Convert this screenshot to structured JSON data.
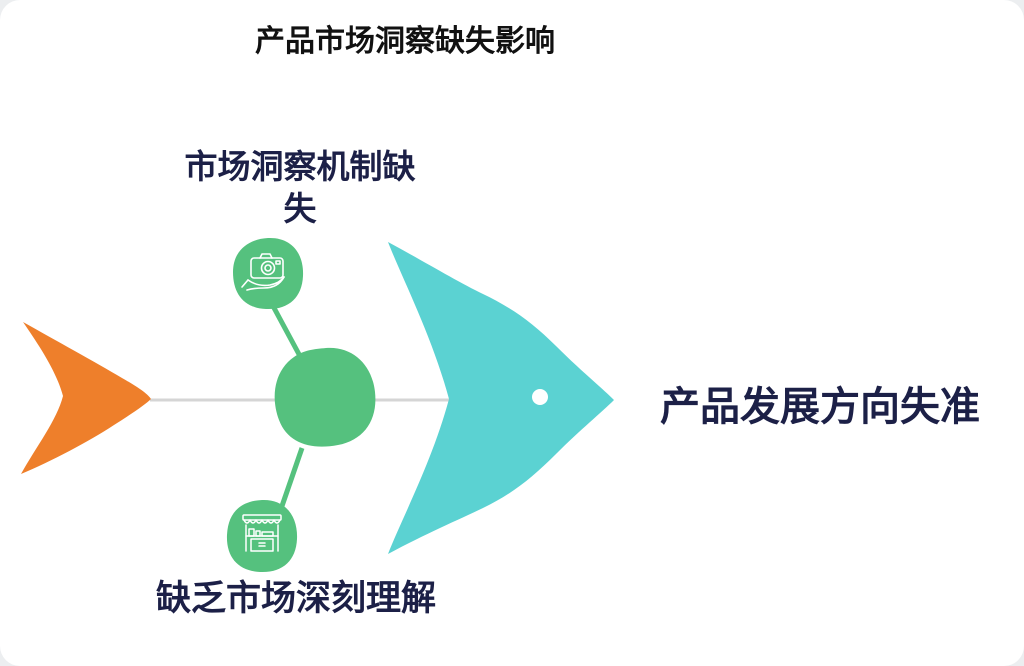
{
  "title": "产品市场洞察缺失影响",
  "diagram": {
    "type": "fishbone",
    "effect": "产品发展方向失准",
    "causes": [
      {
        "position": "top",
        "label": "市场洞察机制缺失",
        "icon": "camera-in-hand-icon"
      },
      {
        "position": "bottom",
        "label": "缺乏市场深刻理解",
        "icon": "market-stall-icon"
      }
    ],
    "colors": {
      "tail_orange": "#ee7f2b",
      "head_teal": "#5bd2d2",
      "node_green": "#55c17e",
      "spine_gray": "#d5d5d5",
      "label_navy": "#1c2047",
      "title_black": "#111111",
      "icon_stroke": "#ffffff"
    }
  }
}
